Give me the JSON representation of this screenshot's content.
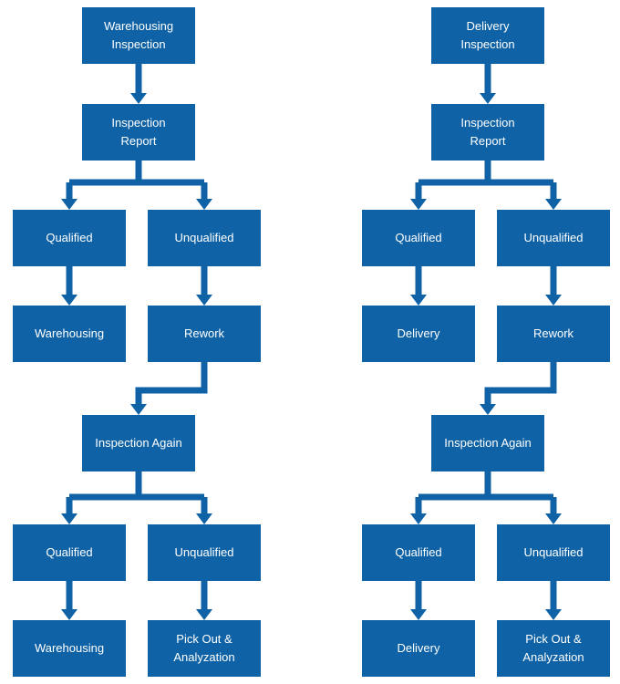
{
  "diagram": {
    "colors": {
      "box": "#0F62A5",
      "box_text": "#FFFFFF",
      "arrow": "#0F62A5",
      "background": "#FFFFFF"
    },
    "flows": [
      {
        "nodes": {
          "start": "Warehousing\nInspection",
          "report": "Inspection\nReport",
          "qualified_1": "Qualified",
          "unqualified_1": "Unqualified",
          "pass_result_1": "Warehousing",
          "rework": "Rework",
          "inspection_again": "Inspection Again",
          "qualified_2": "Qualified",
          "unqualified_2": "Unqualified",
          "pass_result_2": "Warehousing",
          "fail_result_2": "Pick Out &\nAnalyzation"
        }
      },
      {
        "nodes": {
          "start": "Delivery\nInspection",
          "report": "Inspection\nReport",
          "qualified_1": "Qualified",
          "unqualified_1": "Unqualified",
          "pass_result_1": "Delivery",
          "rework": "Rework",
          "inspection_again": "Inspection Again",
          "qualified_2": "Qualified",
          "unqualified_2": "Unqualified",
          "pass_result_2": "Delivery",
          "fail_result_2": "Pick Out &\nAnalyzation"
        }
      }
    ]
  }
}
